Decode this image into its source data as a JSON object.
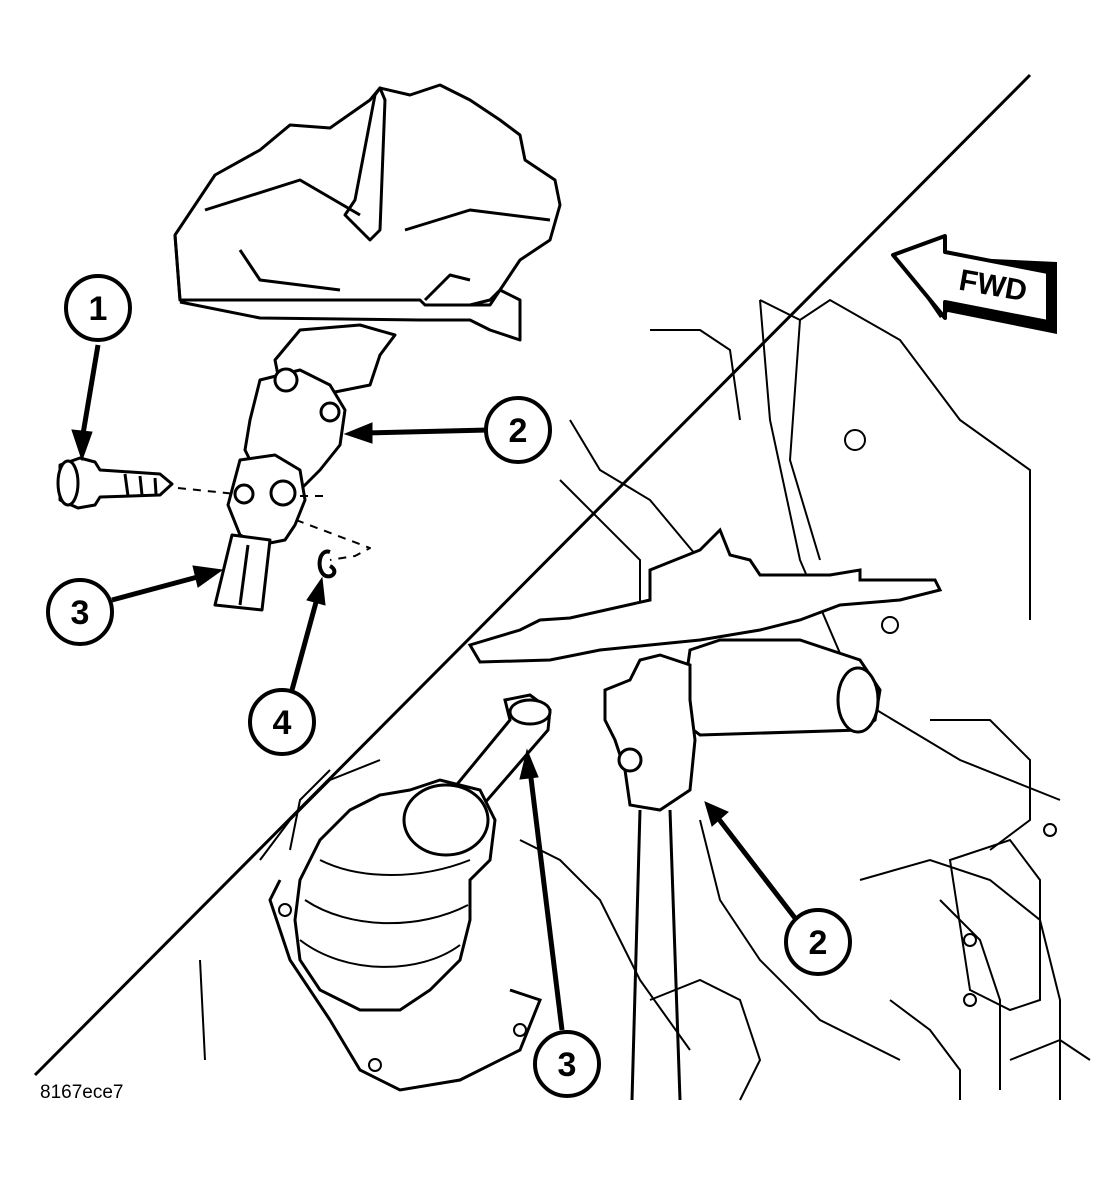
{
  "figure": {
    "id_label": "8167ece7",
    "direction_label": "FWD",
    "callouts": [
      {
        "key": "c1",
        "text": "1"
      },
      {
        "key": "c2a",
        "text": "2"
      },
      {
        "key": "c3a",
        "text": "3"
      },
      {
        "key": "c4",
        "text": "4"
      },
      {
        "key": "c2b",
        "text": "2"
      },
      {
        "key": "c3b",
        "text": "3"
      }
    ]
  }
}
